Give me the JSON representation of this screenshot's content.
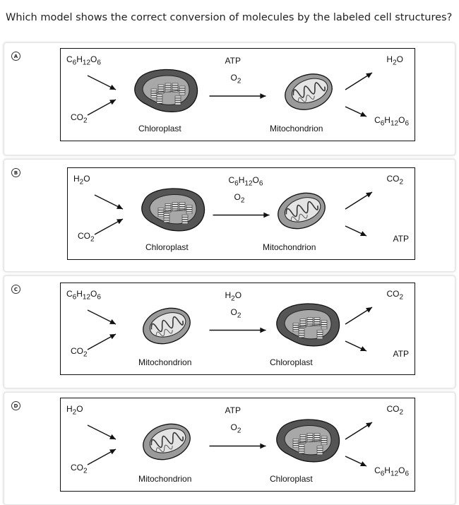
{
  "question": "Which model shows the correct conversion of molecules by the labeled cell structures?",
  "options": [
    {
      "letter": "A",
      "left_top": "C<sub>6</sub>H<sub>12</sub>O<sub>6</sub>",
      "left_bottom": "CO<sub>2</sub>",
      "mid_top": "ATP",
      "mid_bottom": "O<sub>2</sub>",
      "right_top": "H<sub>2</sub>O",
      "right_bottom": "C<sub>6</sub>H<sub>12</sub>O<sub>6</sub>",
      "first_organelle": "chloroplast",
      "second_organelle": "mitochondrion",
      "first_label": "Chloroplast",
      "second_label": "Mitochondrion"
    },
    {
      "letter": "B",
      "left_top": "H<sub>2</sub>O",
      "left_bottom": "CO<sub>2</sub>",
      "mid_top": "C<sub>6</sub>H<sub>12</sub>O<sub>6</sub>",
      "mid_bottom": "O<sub>2</sub>",
      "right_top": "CO<sub>2</sub>",
      "right_bottom": "ATP",
      "first_organelle": "chloroplast",
      "second_organelle": "mitochondrion",
      "first_label": "Chloroplast",
      "second_label": "Mitochondrion"
    },
    {
      "letter": "C",
      "left_top": "C<sub>6</sub>H<sub>12</sub>O<sub>6</sub>",
      "left_bottom": "CO<sub>2</sub>",
      "mid_top": "H<sub>2</sub>O",
      "mid_bottom": "O<sub>2</sub>",
      "right_top": "CO<sub>2</sub>",
      "right_bottom": "ATP",
      "first_organelle": "mitochondrion",
      "second_organelle": "chloroplast",
      "first_label": "Mitochondrion",
      "second_label": "Chloroplast"
    },
    {
      "letter": "D",
      "left_top": "H<sub>2</sub>O",
      "left_bottom": "CO<sub>2</sub>",
      "mid_top": "ATP",
      "mid_bottom": "O<sub>2</sub>",
      "right_top": "CO<sub>2</sub>",
      "right_bottom": "C<sub>6</sub>H<sub>12</sub>O<sub>6</sub>",
      "first_organelle": "mitochondrion",
      "second_organelle": "chloroplast",
      "first_label": "Mitochondrion",
      "second_label": "Chloroplast"
    }
  ]
}
